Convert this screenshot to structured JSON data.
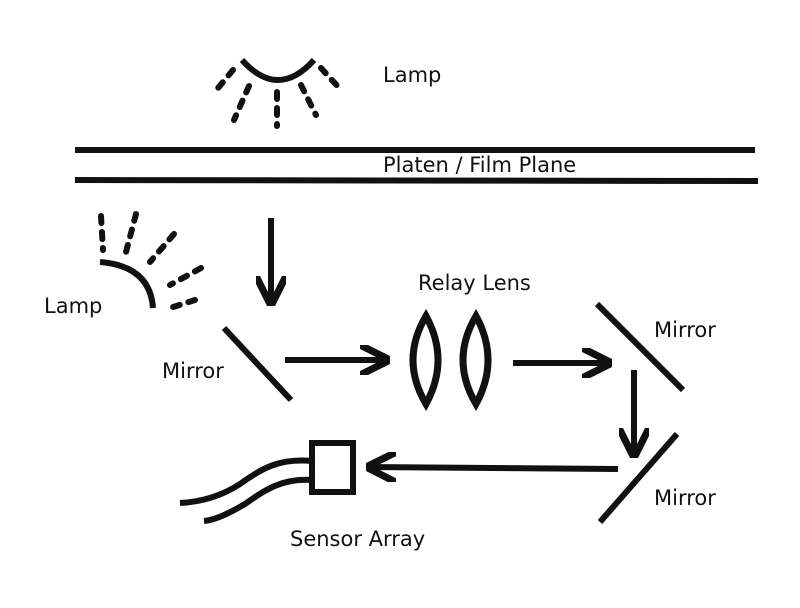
{
  "diagram": {
    "title_context": "Film scanner optical path",
    "labels": {
      "lamp_top": "Lamp",
      "platen": "Platen / Film Plane",
      "lamp_left": "Lamp",
      "mirror_1": "Mirror",
      "relay_lens": "Relay Lens",
      "mirror_2": "Mirror",
      "mirror_3": "Mirror",
      "sensor": "Sensor Array"
    },
    "components": [
      {
        "id": "lamp-top",
        "type": "lamp",
        "label": "Lamp"
      },
      {
        "id": "platen",
        "type": "film-plane",
        "label": "Platen / Film Plane"
      },
      {
        "id": "lamp-left",
        "type": "lamp",
        "label": "Lamp"
      },
      {
        "id": "mirror-1",
        "type": "mirror",
        "label": "Mirror"
      },
      {
        "id": "relay-lens",
        "type": "lens-pair",
        "label": "Relay Lens"
      },
      {
        "id": "mirror-2",
        "type": "mirror",
        "label": "Mirror"
      },
      {
        "id": "mirror-3",
        "type": "mirror",
        "label": "Mirror"
      },
      {
        "id": "sensor-array",
        "type": "sensor",
        "label": "Sensor Array"
      }
    ],
    "edges": [
      {
        "from": "platen",
        "to": "mirror-1"
      },
      {
        "from": "mirror-1",
        "to": "relay-lens"
      },
      {
        "from": "relay-lens",
        "to": "mirror-2"
      },
      {
        "from": "mirror-2",
        "to": "mirror-3"
      },
      {
        "from": "mirror-3",
        "to": "sensor-array"
      }
    ],
    "ink_color": "#111111",
    "background": "#ffffff"
  }
}
